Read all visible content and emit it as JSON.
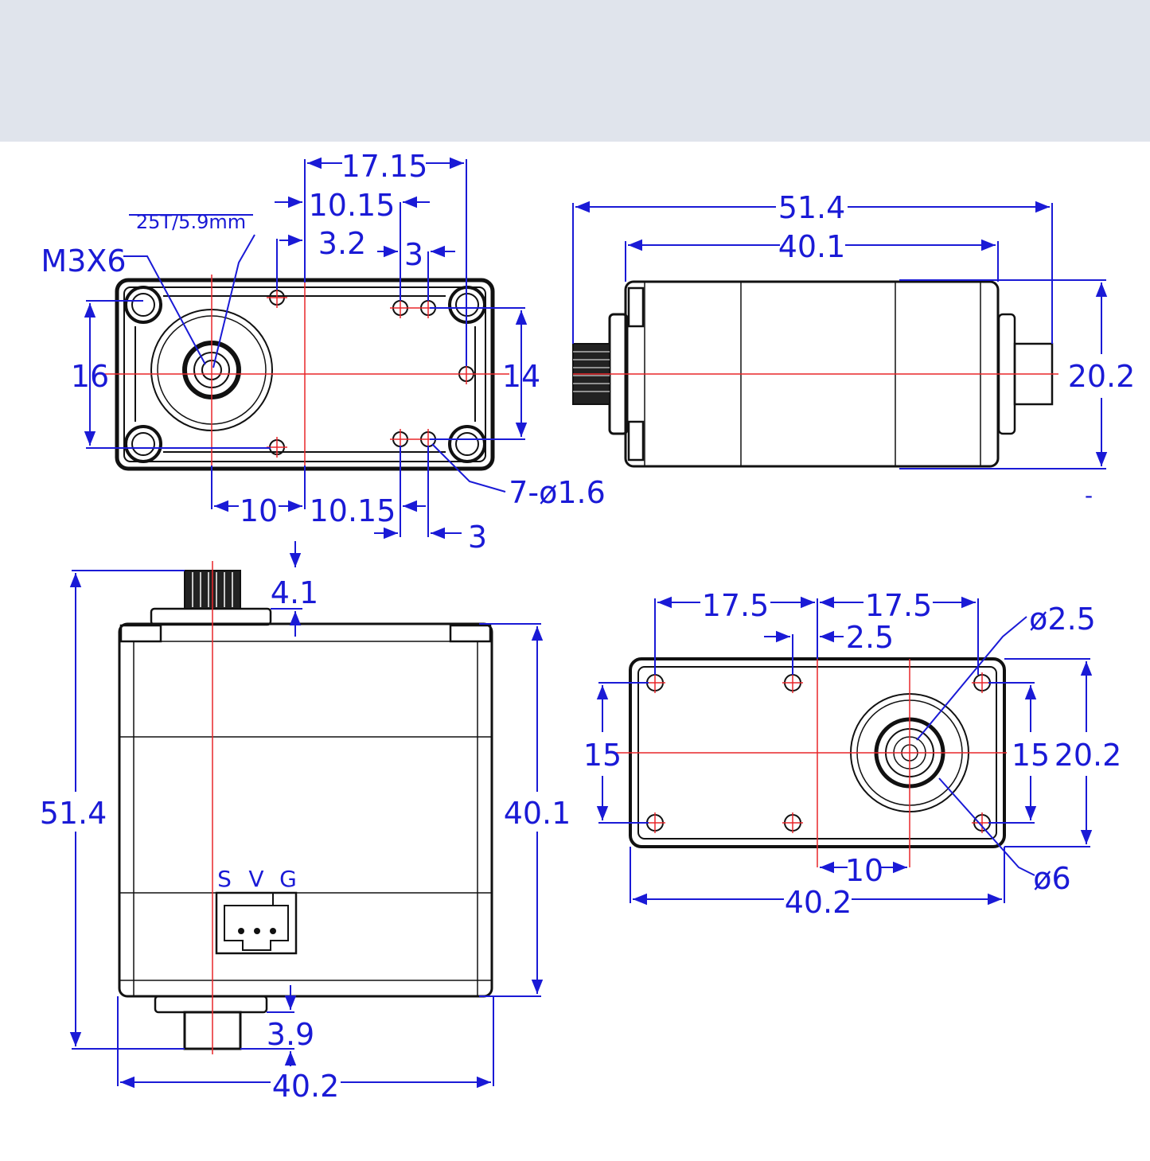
{
  "colors": {
    "band": "#e0e4ec",
    "dimension": "#1a1ad6",
    "centerline": "#e8262a",
    "outline": "#111111",
    "background": "#ffffff"
  },
  "views": {
    "top": {
      "dims": {
        "d17_15": "17.15",
        "d10_15_top": "10.15",
        "d3_2": "3.2",
        "d3_top": "3",
        "spline": "25T/5.9mm",
        "screw": "M3X6",
        "d16": "16",
        "d14": "14",
        "d10_bottom": "10",
        "d10_15_bottom": "10.15",
        "d3_bottom": "3",
        "holes": "7-ø1.6"
      }
    },
    "side": {
      "dims": {
        "d51_4": "51.4",
        "d40_1": "40.1",
        "d20_2": "20.2",
        "mark": "-"
      }
    },
    "front": {
      "dims": {
        "d4_1": "4.1",
        "d51_4": "51.4",
        "d40_1": "40.1",
        "d3_9": "3.9",
        "d40_2": "40.2"
      },
      "pins": [
        "S",
        "V",
        "G"
      ]
    },
    "bottom": {
      "dims": {
        "d17_5_left": "17.5",
        "d17_5_right": "17.5",
        "d2_5": "2.5",
        "hole_dia": "ø2.5",
        "d15_left": "15",
        "d15_right": "15",
        "d20_2": "20.2",
        "d10": "10",
        "boss_dia": "ø6",
        "d40_2": "40.2"
      }
    }
  }
}
